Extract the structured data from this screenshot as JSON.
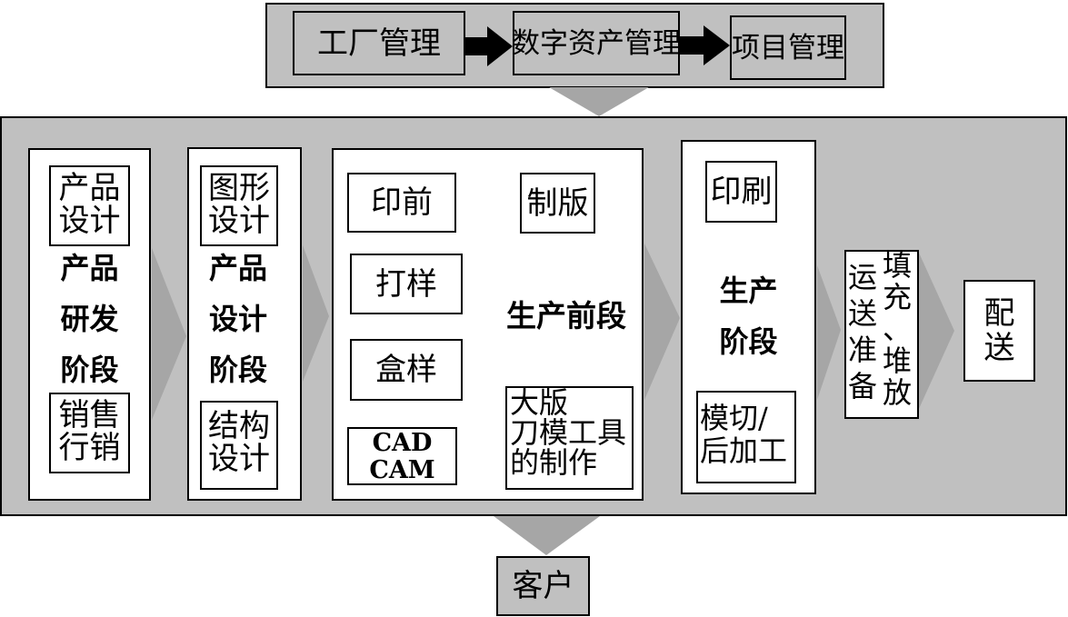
{
  "top_flow": {
    "factory": "工厂管理",
    "digital_assets": "数字资产管理",
    "project": "项目管理"
  },
  "columns": {
    "product_dev": {
      "box1": [
        "产品",
        "设计"
      ],
      "stage": [
        "产品",
        "研发",
        "阶段"
      ],
      "box2": [
        "销售",
        "行销"
      ]
    },
    "design": {
      "box1": [
        "图形",
        "设计"
      ],
      "stage": [
        "产品",
        "设计",
        "阶段"
      ],
      "box2": [
        "结构",
        "设计"
      ]
    },
    "preproduction": {
      "prepress": "印前",
      "plate": "制版",
      "proof": "打样",
      "box_proof": "盒样",
      "cad_cam": [
        "CAD",
        "CAM"
      ],
      "diecut_tools": [
        "大版",
        "刀模工具",
        "的制作"
      ],
      "stage": "生产前段"
    },
    "production": {
      "printing": "印刷",
      "stage": [
        "生产",
        "阶段"
      ],
      "finishing": [
        "模切/",
        "后加工"
      ]
    },
    "transport": {
      "col_a": [
        "运",
        "送",
        "准",
        "备"
      ],
      "col_b": [
        "填",
        "充",
        "、",
        "堆",
        "放"
      ]
    },
    "delivery": [
      "配",
      "送"
    ]
  },
  "customer": "客户"
}
